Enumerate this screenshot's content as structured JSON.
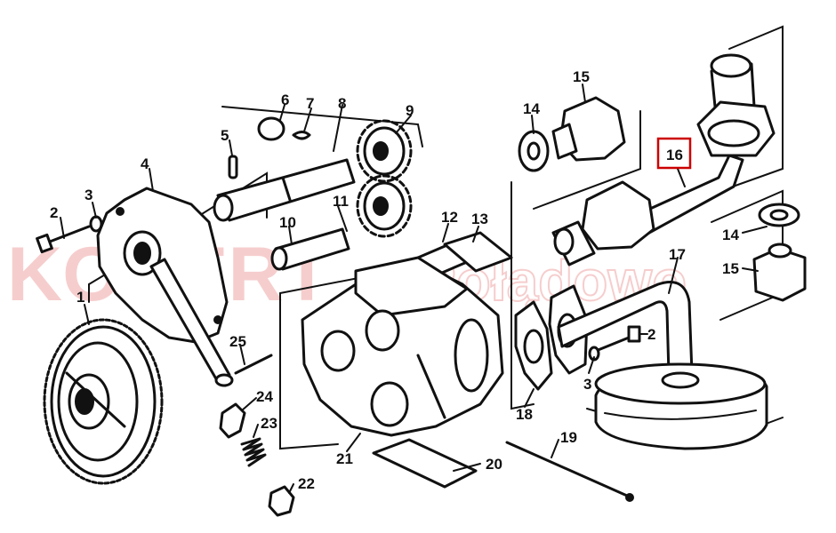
{
  "watermark": {
    "brand": "KONERT",
    "suffix": "Połądowo",
    "color": "#f0a6a6"
  },
  "highlight_color": "#cc0000",
  "parts": [
    "1",
    "2",
    "2",
    "3",
    "3",
    "4",
    "5",
    "6",
    "7",
    "8",
    "9",
    "10",
    "11",
    "12",
    "13",
    "14",
    "14",
    "15",
    "15",
    "16",
    "17",
    "18",
    "19",
    "20",
    "21",
    "22",
    "23",
    "24",
    "25"
  ],
  "highlighted_part": "16"
}
